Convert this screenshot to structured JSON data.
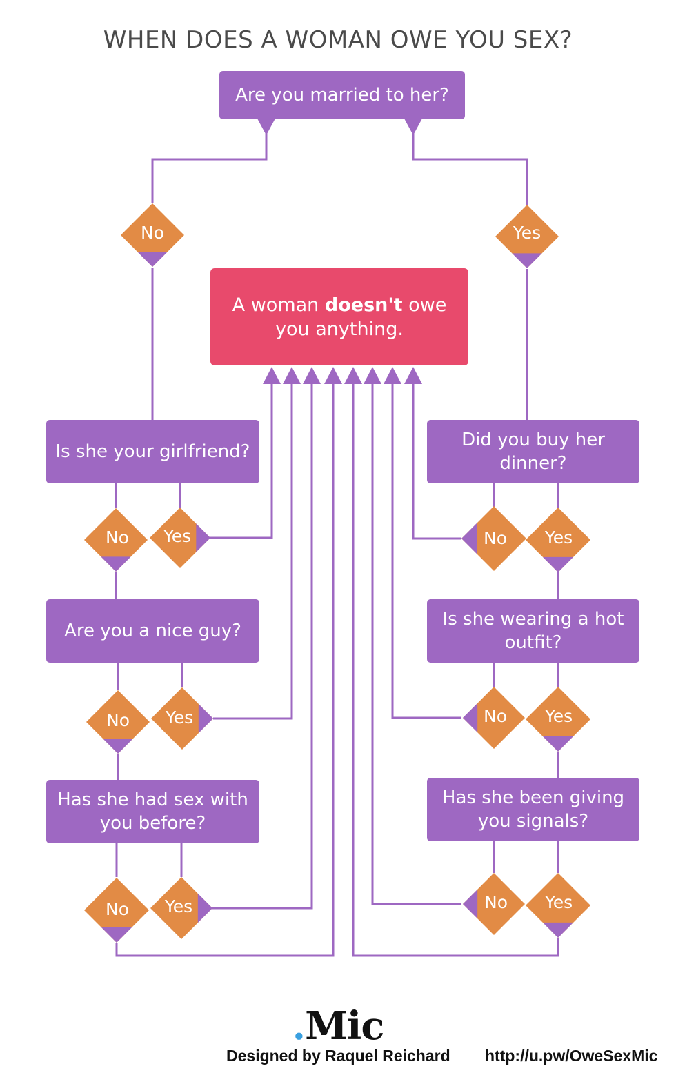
{
  "title": "WHEN DOES A WOMAN OWE YOU SEX?",
  "colors": {
    "question_box": "#9e68c2",
    "result_box": "#e84a6c",
    "answer_diamond": "#e28b45",
    "connector": "#9e68c2",
    "text": "#ffffff"
  },
  "questions": {
    "married": "Are you married to her?",
    "girlfriend": "Is she your girlfriend?",
    "nice_guy": "Are you a nice guy?",
    "had_sex": "Has she had sex with you before?",
    "dinner": "Did you buy her dinner?",
    "outfit": "Is she wearing a hot outfit?",
    "signals": "Has she been giving you signals?"
  },
  "result": {
    "prefix": "A woman ",
    "emphasis": "doesn't",
    "suffix": " owe you anything."
  },
  "answers": {
    "no": "No",
    "yes": "Yes"
  },
  "footer": {
    "logo_dot": ".",
    "logo_text": "Mic",
    "designer": "Designed by Raquel Reichard",
    "url": "http://u.pw/OweSexMic"
  }
}
